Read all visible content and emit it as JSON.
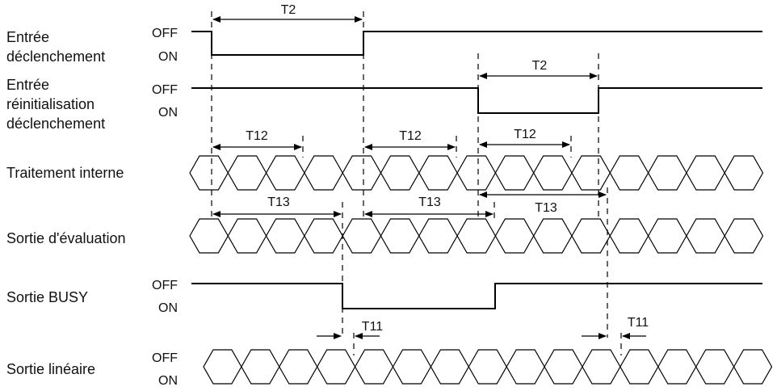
{
  "signals": {
    "trigger": {
      "label_lines": [
        "Entrée",
        "déclenchement"
      ],
      "off": "OFF",
      "on": "ON"
    },
    "reset": {
      "label_lines": [
        "Entrée",
        "réinitialisation",
        "déclenchement"
      ],
      "off": "OFF",
      "on": "ON"
    },
    "internal": {
      "label_lines": [
        "Traitement interne"
      ]
    },
    "evaluation": {
      "label_lines": [
        "Sortie d'évaluation"
      ]
    },
    "busy": {
      "label_lines": [
        "Sortie BUSY"
      ],
      "off": "OFF",
      "on": "ON"
    },
    "linear": {
      "label_lines": [
        "Sortie linéaire"
      ],
      "off": "OFF",
      "on": "ON"
    }
  },
  "timings": {
    "t2": "T2",
    "t12": "T12",
    "t13": "T13",
    "t11": "T11"
  }
}
